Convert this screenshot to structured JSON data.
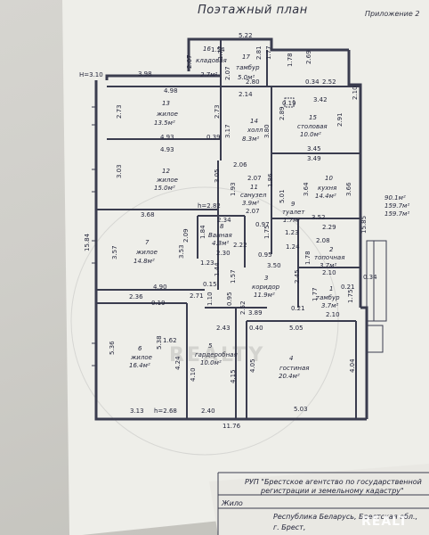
{
  "header": {
    "title": "Поэтажный план",
    "annex": "Приложение 2"
  },
  "rooms": [
    {
      "num": "16",
      "name": "кладовая",
      "area": "2.7м²"
    },
    {
      "num": "17",
      "name": "тамбур",
      "area": "5.0м²"
    },
    {
      "num": "13",
      "name": "жилое",
      "area": "13.5м²"
    },
    {
      "num": "14",
      "name": "холл",
      "area": "8.3м²"
    },
    {
      "num": "15",
      "name": "столовая",
      "area": "10.0м²"
    },
    {
      "num": "12",
      "name": "жилое",
      "area": "15.0м²"
    },
    {
      "num": "11",
      "name": "санузел",
      "area": "3.9м²"
    },
    {
      "num": "9",
      "name": "туалет",
      "area": "1.7м²"
    },
    {
      "num": "10",
      "name": "кухня",
      "area": "14.4м²"
    },
    {
      "num": "8",
      "name": "Ванная",
      "area": "4.3м²"
    },
    {
      "num": "7",
      "name": "жилое",
      "area": "14.8м²"
    },
    {
      "num": "2",
      "name": "топочная",
      "area": "3.7м²"
    },
    {
      "num": "1",
      "name": "тамбур",
      "area": "3.7м²"
    },
    {
      "num": "3",
      "name": "коридор",
      "area": "11.9м²"
    },
    {
      "num": "6",
      "name": "жилое",
      "area": "16.4м²"
    },
    {
      "num": "5",
      "name": "гардеробная",
      "area": "10.0м²"
    },
    {
      "num": "4",
      "name": "гостиная",
      "area": "20.4м²"
    }
  ],
  "totals": [
    "90.1м²",
    "159.7м²",
    "159.7м²"
  ],
  "dimensions": {
    "d1": "5.22",
    "d2": "2.07",
    "d3": "1.54",
    "d4": "1.77",
    "d5": "2.81",
    "d6": "1.77",
    "d7": "1.78",
    "d8": "2.69",
    "d9": "H=3.10",
    "d10": "3.98",
    "d11": "2.07",
    "d12": "2.80",
    "d13": "0.34",
    "d14": "2.52",
    "d15": "4.98",
    "d16": "2.14",
    "d17": "3.42",
    "d18": "2.10",
    "d19": "2.73",
    "d20": "0.19",
    "d21": "2.89",
    "d22": "2.91",
    "d23": "3.17",
    "d24": "3.80",
    "d25": "4.93",
    "d26": "0.39",
    "d27": "4.93",
    "d28": "3.45",
    "d29": "3.49",
    "d30": "2.06",
    "d31": "3.03",
    "d32": "2.07",
    "d33": "3.05",
    "d34": "1.93",
    "d35": "1.86",
    "d36": "5.01",
    "d37": "3.64",
    "d38": "3.66",
    "d39": "h=2.82",
    "d40": "2.07",
    "d41": "3.68",
    "d42": "2.34",
    "d43": "3.52",
    "d44": "2.29",
    "d45": "15.84",
    "d46": "1.84",
    "d47": "0.97",
    "d48": "1.23",
    "d49": "2.09",
    "d50": "3.57",
    "d51": "2.22",
    "d52": "1.75",
    "d53": "1.24",
    "d54": "2.08",
    "d55": "15.85",
    "d56": "3.53",
    "d57": "2.30",
    "d58": "0.95",
    "d59": "1.23",
    "d60": "3.50",
    "d61": "1.78",
    "d62": "2.10",
    "d63": "1.44",
    "d64": "0.34",
    "d65": "4.90",
    "d66": "0.15",
    "d67": "1.57",
    "d68": "0.21",
    "d69": "2.36",
    "d70": "2.71",
    "d71": "2.45",
    "d72": "1.77",
    "d73": "0.19",
    "d74": "1.10",
    "d75": "0.95",
    "d76": "2.52",
    "d77": "1.75",
    "d78": "0.21",
    "d79": "2.10",
    "d80": "3.89",
    "d81": "1.62",
    "d82": "2.43",
    "d83": "0.40",
    "d84": "5.05",
    "d85": "5.36",
    "d86": "5.38",
    "d87": "4.24",
    "d88": "4.10",
    "d89": "4.15",
    "d90": "4.05",
    "d91": "4.04",
    "d92": "3.13",
    "d93": "h=2.68",
    "d94": "2.40",
    "d95": "5.03",
    "d96": "11.76"
  },
  "stamp": {
    "line1": "РУП \"Брестское агентство по государственной",
    "line2": "регистрации и земельному кадастру\"",
    "line3": "Жило",
    "line4": "Республика Беларусь, Брестская обл.,",
    "line5": "г. Брест,"
  },
  "watermark": "REALTY",
  "logo": "REALT"
}
